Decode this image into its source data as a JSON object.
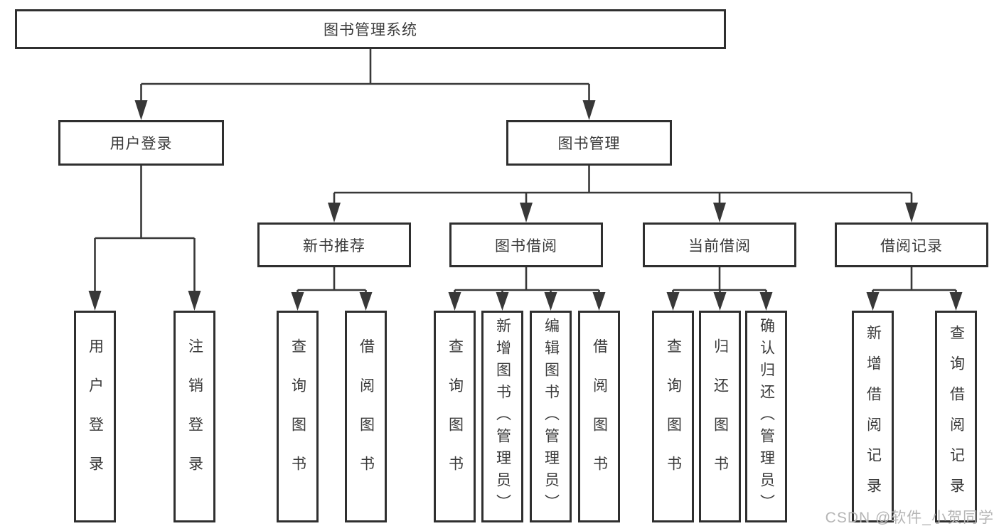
{
  "diagram": {
    "root": {
      "label": "图书管理系统"
    },
    "children": [
      {
        "label": "用户登录",
        "children": [
          {
            "label": "用户登录"
          },
          {
            "label": "注销登录"
          }
        ]
      },
      {
        "label": "图书管理",
        "children": [
          {
            "label": "新书推荐",
            "children": [
              {
                "label": "查询图书"
              },
              {
                "label": "借阅图书"
              }
            ]
          },
          {
            "label": "图书借阅",
            "children": [
              {
                "label": "查询图书"
              },
              {
                "label": "新增图书（管理员）"
              },
              {
                "label": "编辑图书（管理员）"
              },
              {
                "label": "借阅图书"
              }
            ]
          },
          {
            "label": "当前借阅",
            "children": [
              {
                "label": "查询图书"
              },
              {
                "label": "归还图书"
              },
              {
                "label": "确认归还（管理员）"
              }
            ]
          },
          {
            "label": "借阅记录",
            "children": [
              {
                "label": "新增借阅记录"
              },
              {
                "label": "查询借阅记录"
              }
            ]
          }
        ]
      }
    ]
  },
  "watermark": {
    "text": "CSDN @软件_小贺同学"
  },
  "colors": {
    "line": "#383838",
    "box_border": "#2f2f2f",
    "text": "#3a3a3a",
    "watermark": "#b5b5b5",
    "background": "#ffffff"
  }
}
